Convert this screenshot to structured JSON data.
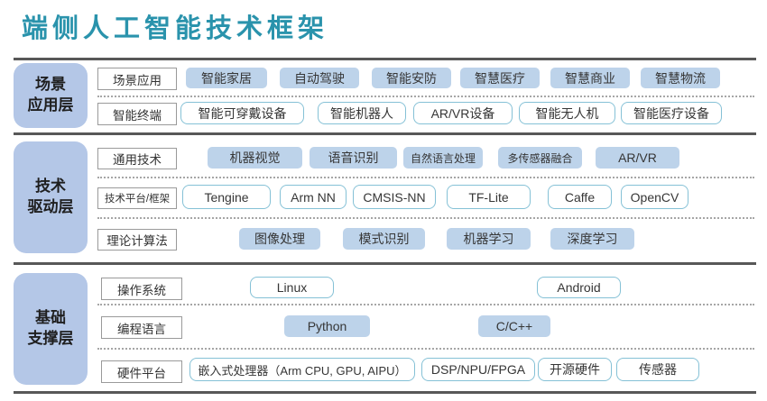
{
  "title": "端侧人工智能技术框架",
  "colors": {
    "title": "#2a93ac",
    "sidebar_fill": "#b4c7e7",
    "item_fill": "#bdd3ea",
    "outline_border": "#85c1d6",
    "divider": "#585858"
  },
  "layers": [
    {
      "name": "场景应用层",
      "sidebar_lines": [
        "场景",
        "应用层"
      ],
      "rows": [
        {
          "label": "场景应用",
          "style": "filled",
          "items": [
            "智能家居",
            "自动驾驶",
            "智能安防",
            "智慧医疗",
            "智慧商业",
            "智慧物流"
          ]
        },
        {
          "label": "智能终端",
          "style": "outlined",
          "items": [
            "智能可穿戴设备",
            "智能机器人",
            "AR/VR设备",
            "智能无人机",
            "智能医疗设备"
          ]
        }
      ]
    },
    {
      "name": "技术驱动层",
      "sidebar_lines": [
        "技术",
        "驱动层"
      ],
      "rows": [
        {
          "label": "通用技术",
          "style": "filled",
          "items": [
            "机器视觉",
            "语音识别",
            "自然语言处理",
            "多传感器融合",
            "AR/VR"
          ]
        },
        {
          "label": "技术平台/框架",
          "style": "outlined",
          "items": [
            "Tengine",
            "Arm NN",
            "CMSIS-NN",
            "TF-Lite",
            "Caffe",
            "OpenCV"
          ]
        },
        {
          "label": "理论计算法",
          "style": "filled",
          "items": [
            "图像处理",
            "模式识别",
            "机器学习",
            "深度学习"
          ]
        }
      ]
    },
    {
      "name": "基础支撑层",
      "sidebar_lines": [
        "基础",
        "支撑层"
      ],
      "rows": [
        {
          "label": "操作系统",
          "style": "outlined",
          "items": [
            "Linux",
            "Android"
          ]
        },
        {
          "label": "编程语言",
          "style": "filled",
          "items": [
            "Python",
            "C/C++"
          ]
        },
        {
          "label": "硬件平台",
          "style": "outlined",
          "items": [
            "嵌入式处理器（Arm CPU, GPU, AIPU）",
            "DSP/NPU/FPGA",
            "开源硬件",
            "传感器"
          ]
        }
      ]
    }
  ]
}
